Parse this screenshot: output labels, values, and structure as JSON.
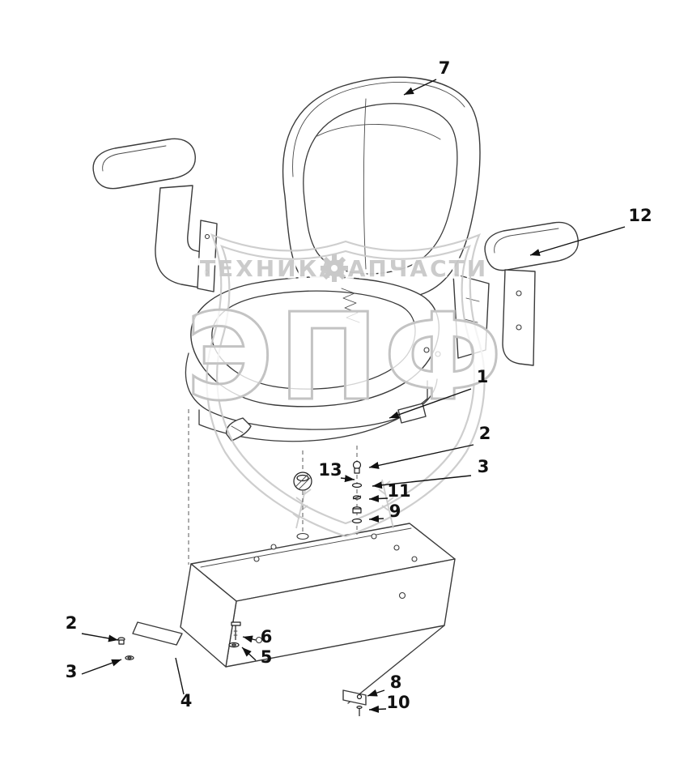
{
  "watermark": {
    "left_text": "ТЕХНИКА",
    "right_text": "ЗАПЧАСТИ",
    "monogram": "ЭПФ",
    "gear_icon": "gear",
    "color": "#c9c9c9"
  },
  "callouts": [
    {
      "label": "7"
    },
    {
      "label": "12"
    },
    {
      "label": "1"
    },
    {
      "label": "2"
    },
    {
      "label": "3"
    },
    {
      "label": "13"
    },
    {
      "label": "11"
    },
    {
      "label": "9"
    },
    {
      "label": "2"
    },
    {
      "label": "3"
    },
    {
      "label": "4"
    },
    {
      "label": "6"
    },
    {
      "label": "5"
    },
    {
      "label": "8"
    },
    {
      "label": "10"
    }
  ],
  "colors": {
    "background": "#ffffff",
    "line": "#3a3a3a",
    "callout": "#111111",
    "watermark": "#c9c9c9"
  }
}
